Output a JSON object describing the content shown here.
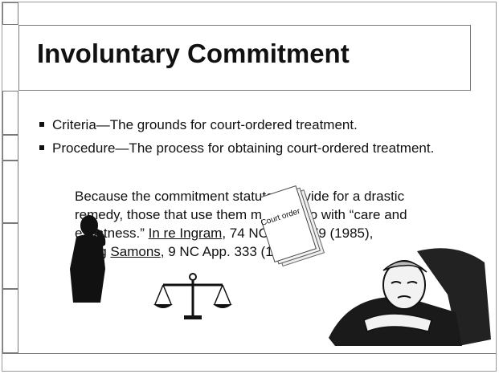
{
  "slide": {
    "title": "Involuntary Commitment",
    "bullets": [
      {
        "text": "Criteria—The grounds for court-ordered treatment."
      },
      {
        "text": "Procedure—The process for obtaining court-ordered treatment."
      }
    ],
    "quote": {
      "line1": "Because the commitment statutes provide for a drastic",
      "line2": "remedy, those that use them must do so with “care and",
      "line3_pre": "exactness.” ",
      "case1": "In re Ingram",
      "line3_post": ", 74 NC App. 579 (1985),",
      "line4_pre": "citing ",
      "case2": "Samons",
      "line4_post": ", 9 NC App. 333 (1970)."
    },
    "paper_label": "Court order",
    "icons": [
      "person-on-phone-icon",
      "scales-of-justice-icon",
      "court-order-paper-icon",
      "judge-icon"
    ]
  }
}
